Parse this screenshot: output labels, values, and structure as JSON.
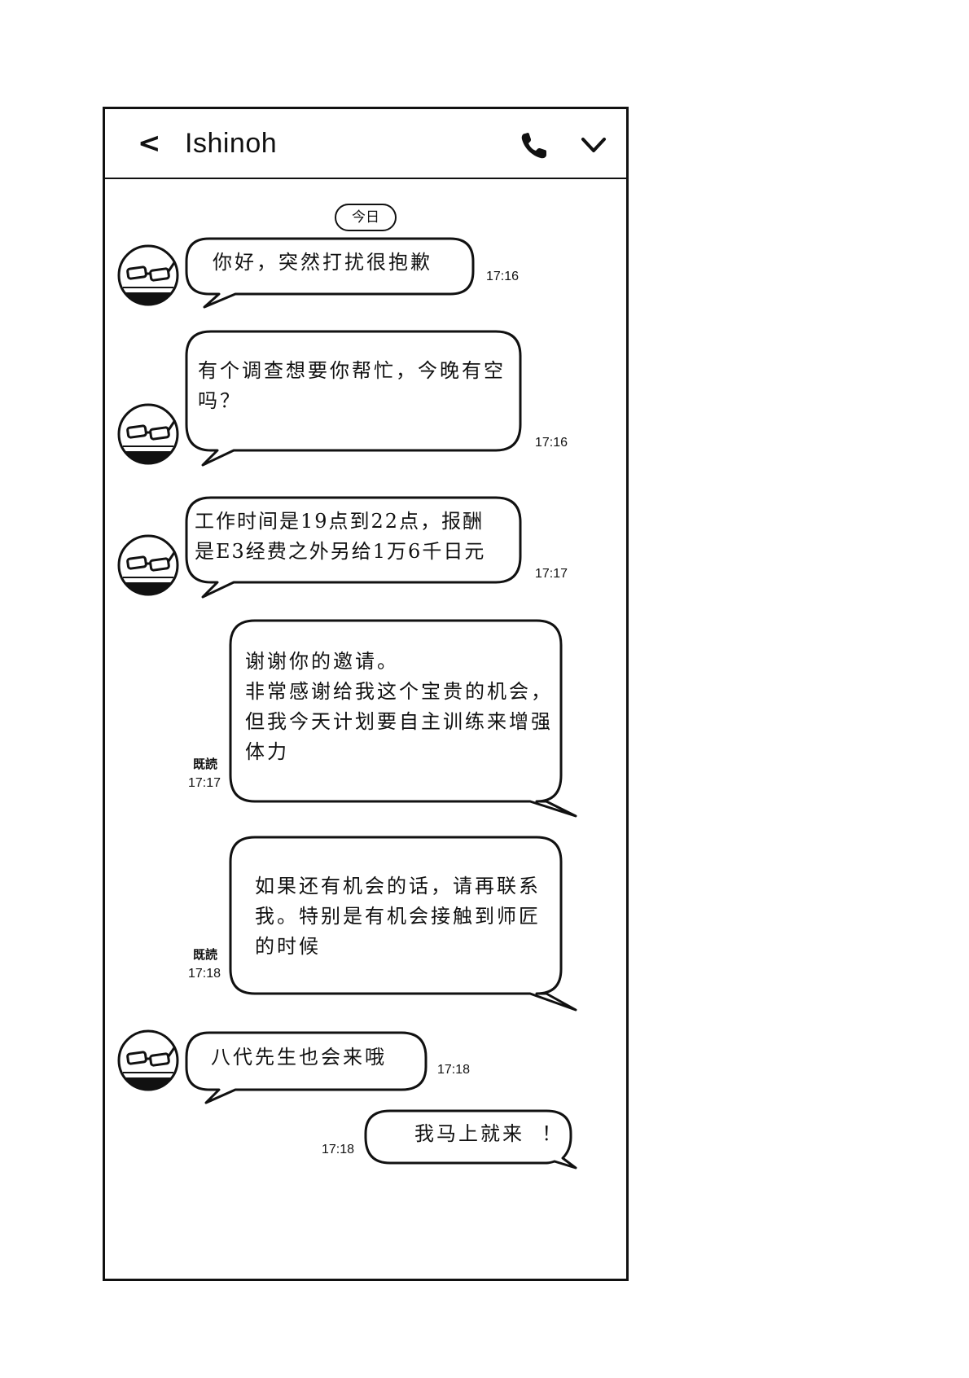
{
  "header": {
    "back_label": "<",
    "contact_name": "Ishinoh",
    "call_icon": "phone-icon",
    "menu_icon": "chevron-down-icon"
  },
  "date_separator": "今日",
  "messages": [
    {
      "side": "in",
      "text": "你好，突然打扰很抱歉",
      "time": "17:16"
    },
    {
      "side": "in",
      "text": "有个调查想要你帮忙，今晚有空\n吗？",
      "time": "17:16"
    },
    {
      "side": "in",
      "text": "工作时间是19点到22点，报酬\n是E3经费之外另给1万6千日元",
      "time": "17:17"
    },
    {
      "side": "out",
      "text": "谢谢你的邀请。\n非常感谢给我这个宝贵的机会，\n但我今天计划要自主训练来增强\n体力",
      "time": "17:17",
      "status": "既読"
    },
    {
      "side": "out",
      "text": "如果还有机会的话，请再联系\n我。特别是有机会接触到师匠\n的时候",
      "time": "17:18",
      "status": "既読"
    },
    {
      "side": "in",
      "text": "八代先生也会来哦",
      "time": "17:18"
    },
    {
      "side": "out",
      "text": "我马上就来  ！",
      "time": "17:18"
    }
  ]
}
